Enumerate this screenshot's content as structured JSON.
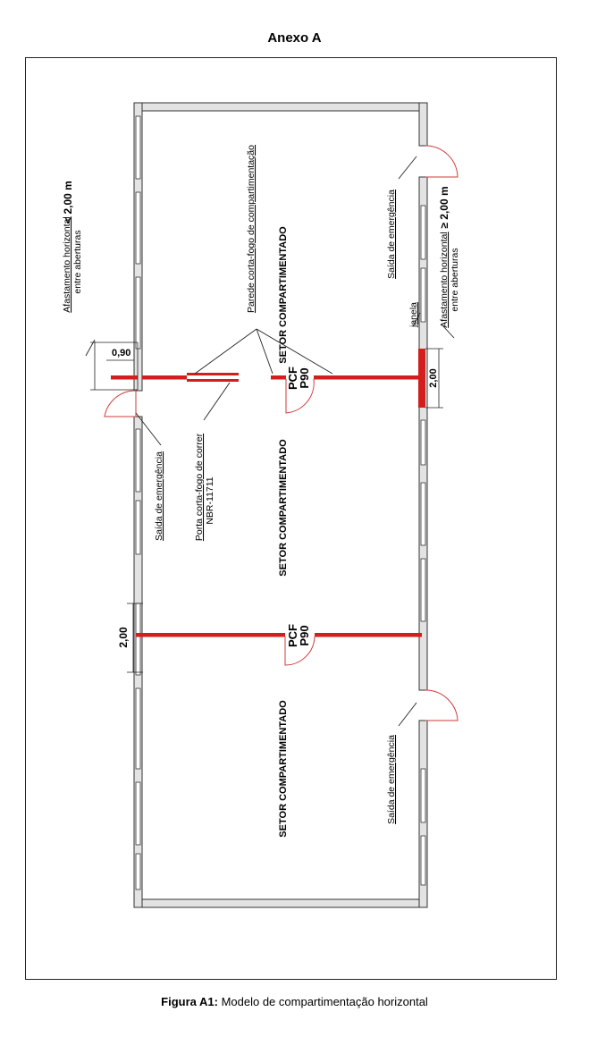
{
  "page": {
    "title": "Anexo A",
    "caption_label": "Figura A1:",
    "caption_text": " Modelo de compartimentação horizontal"
  },
  "plan": {
    "sector_label": "SETOR COMPARTIMENTADO",
    "wall_label": "Parede corta-fogo de compartimentação",
    "sliding_door": {
      "line1": "Porta corta-fogo de correr",
      "line2": "NBR-11711"
    },
    "emergency_exit_label": "Saída de emergência",
    "window_label": "janela",
    "fire_door": {
      "line1": "PCF",
      "line2": "P90"
    },
    "spacing_left": {
      "line1": "Afastamento horizontal",
      "line2": "entre aberturas",
      "value": "< 2,00 m"
    },
    "spacing_right": {
      "line1": "Afastamento horizontal",
      "line2": "entre aberturas",
      "value": "≥ 2,00 m"
    },
    "dim_090": "0,90",
    "dim_200": "2,00"
  },
  "colors": {
    "wall_red": "#d41e1e",
    "door_arc": "#d03a3a",
    "line": "#222222",
    "wall_fill": "#cfcfcf"
  }
}
